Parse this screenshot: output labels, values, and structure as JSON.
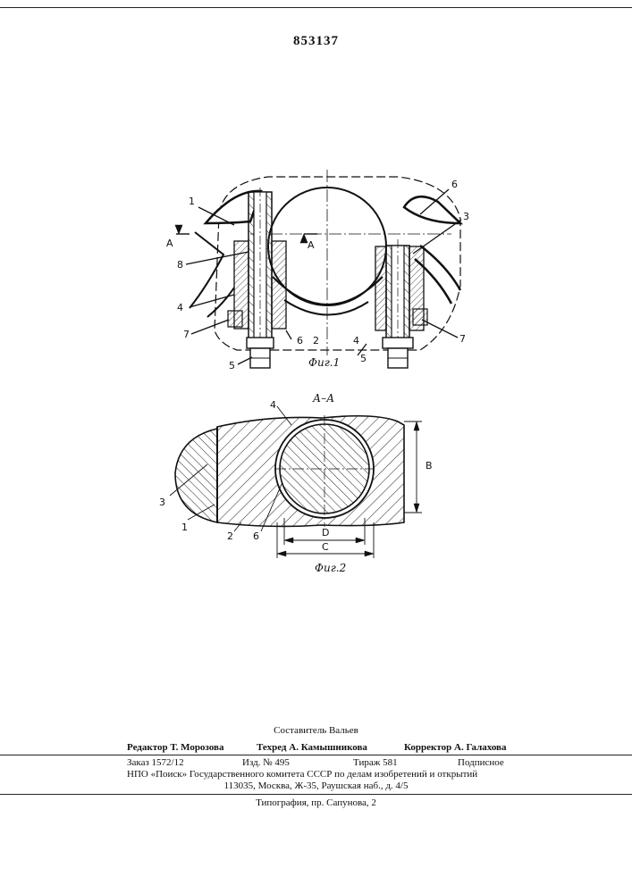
{
  "header": {
    "patent_number": "853137"
  },
  "figure1": {
    "caption": "Фиг.1",
    "section_mark": "А",
    "labels": {
      "n1": "1",
      "n2": "2",
      "n3": "3",
      "n4a": "4",
      "n4b": "4",
      "n5a": "5",
      "n5b": "5",
      "n6a": "6",
      "n6b": "6",
      "n7a": "7",
      "n7b": "7",
      "n8": "8"
    }
  },
  "figure2": {
    "title": "А–А",
    "caption": "Фиг.2",
    "labels": {
      "n1": "1",
      "n2": "2",
      "n3": "3",
      "n4": "4",
      "n6": "6",
      "B": "B",
      "C": "C",
      "D": "D"
    }
  },
  "footer": {
    "compiler": "Составитель Вальев",
    "editor": "Редактор Т. Морозова",
    "techred": "Техред А. Камышникова",
    "corrector": "Корректор А. Галахова",
    "order": "Заказ 1572/12",
    "izd": "Изд. № 495",
    "tirazh": "Тираж 581",
    "podpisnoe": "Подписное",
    "npo": "НПО «Поиск» Государственного комитета СССР по делам изобретений и открытий",
    "address": "113035, Москва, Ж-35, Раушская наб., д. 4/5",
    "typography": "Типография, пр. Сапунова, 2"
  }
}
